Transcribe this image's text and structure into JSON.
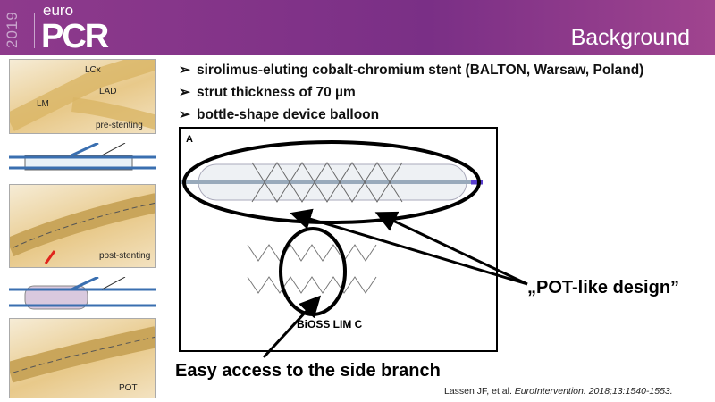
{
  "header": {
    "year": "2019",
    "brand_small": "euro",
    "brand_large": "PCR",
    "title": "Background",
    "color": "#7f3289"
  },
  "thumbnails": [
    {
      "labels": [
        "LCx",
        "LAD",
        "LM",
        "pre-stenting"
      ]
    },
    {
      "labels": [
        "post-stenting"
      ]
    },
    {
      "labels": [
        "POT"
      ]
    }
  ],
  "bullets": [
    {
      "marker": "➢",
      "text": "sirolimus-eluting cobalt-chromium stent (BALTON, Warsaw, Poland)"
    },
    {
      "marker": "➢",
      "text": "strut thickness of 70 µm"
    },
    {
      "marker": "➢",
      "text": "bottle-shape device balloon"
    }
  ],
  "figure": {
    "panel_label": "A",
    "device_label": "BiOSS LIM C"
  },
  "callouts": {
    "pot": "„POT-like design”",
    "side_branch": "Easy access to the side branch"
  },
  "reference": {
    "authors": "Lassen JF, et al.",
    "journal": "EuroIntervention.",
    "citation": "2018;13:1540-1553."
  }
}
